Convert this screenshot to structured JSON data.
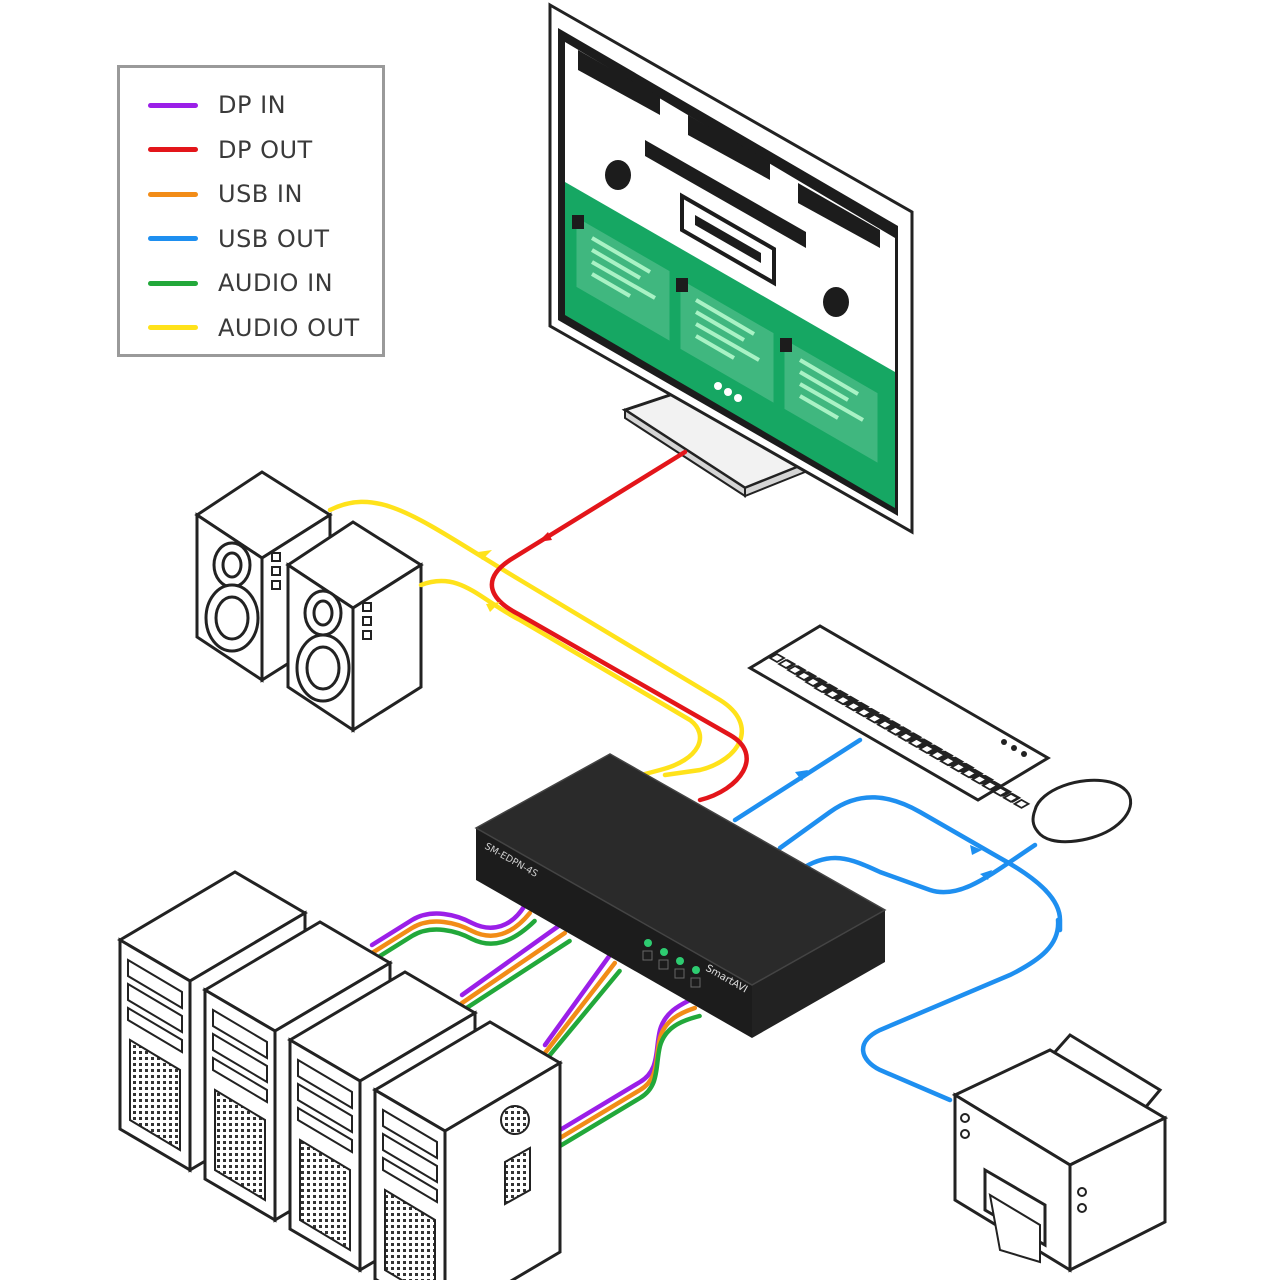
{
  "legend": {
    "items": [
      {
        "label": "DP IN",
        "color": "#9b1fe8"
      },
      {
        "label": "DP OUT",
        "color": "#e3151a"
      },
      {
        "label": "USB IN",
        "color": "#f28c17"
      },
      {
        "label": "USB OUT",
        "color": "#1e8ff0"
      },
      {
        "label": "AUDIO IN",
        "color": "#22a83a"
      },
      {
        "label": "AUDIO OUT",
        "color": "#ffe21a"
      }
    ]
  },
  "switch": {
    "model_label": "SM-EDPN-4S",
    "brand_label": "SmartAVI",
    "port_led_count": 4,
    "led_color": "#2ecc71"
  },
  "peripherals": {
    "monitor_screen_color": "#16a763",
    "speaker_count": 2,
    "computer_count": 4
  }
}
